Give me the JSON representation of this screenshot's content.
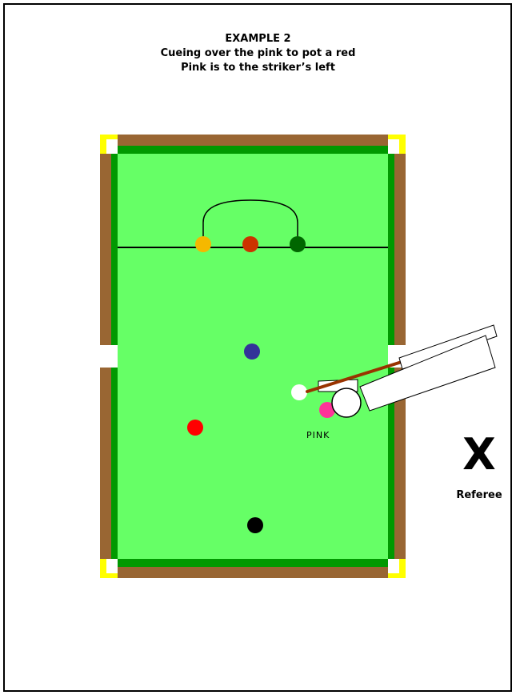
{
  "title": {
    "line1": "EXAMPLE 2",
    "line2": "Cueing over the pink to pot a red",
    "line3": "Pink is to the striker’s left"
  },
  "labels": {
    "pink": "PINK",
    "referee_mark": "X",
    "referee": "Referee"
  },
  "colors": {
    "cloth": "#66ff66",
    "cushion": "#009900",
    "rail": "#996633",
    "pocket_marker": "#ffff00",
    "yellow": "#f5b800",
    "brown": "#cc3300",
    "green": "#006600",
    "blue": "#333399",
    "pink": "#ff3399",
    "red": "#ff0000",
    "black": "#000000",
    "white": "#ffffff",
    "cue": "#993300"
  }
}
